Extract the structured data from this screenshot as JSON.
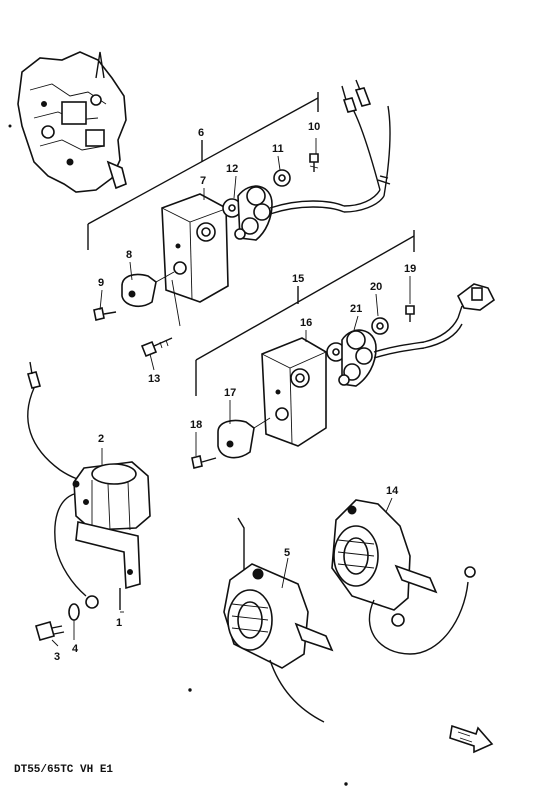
{
  "diagram": {
    "caption": "DT55/65TC VH E1",
    "callouts": [
      {
        "id": "c1",
        "text": "1"
      },
      {
        "id": "c2",
        "text": "2"
      },
      {
        "id": "c3",
        "text": "3"
      },
      {
        "id": "c4",
        "text": "4"
      },
      {
        "id": "c5",
        "text": "5"
      },
      {
        "id": "c6",
        "text": "6"
      },
      {
        "id": "c7",
        "text": "7"
      },
      {
        "id": "c8",
        "text": "8"
      },
      {
        "id": "c9",
        "text": "9"
      },
      {
        "id": "c10",
        "text": "10"
      },
      {
        "id": "c11",
        "text": "11"
      },
      {
        "id": "c12",
        "text": "12"
      },
      {
        "id": "c13",
        "text": "13"
      },
      {
        "id": "c14",
        "text": "14"
      },
      {
        "id": "c15",
        "text": "15"
      },
      {
        "id": "c16",
        "text": "16"
      },
      {
        "id": "c17",
        "text": "17"
      },
      {
        "id": "c18",
        "text": "18"
      },
      {
        "id": "c19",
        "text": "19"
      },
      {
        "id": "c20",
        "text": "20"
      },
      {
        "id": "c21",
        "text": "21"
      }
    ]
  }
}
